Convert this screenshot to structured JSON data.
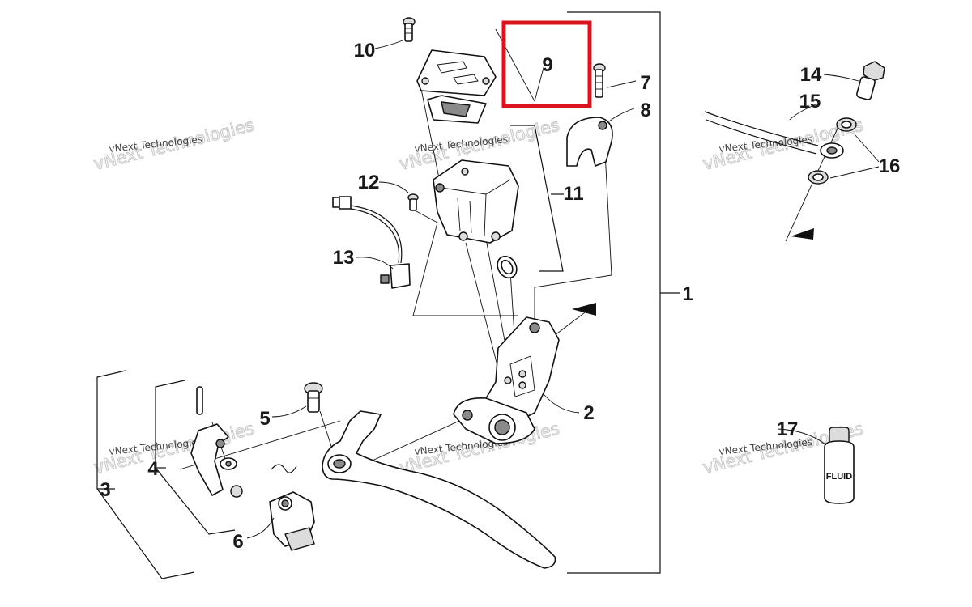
{
  "callouts": {
    "c1": "1",
    "c2": "2",
    "c3": "3",
    "c4": "4",
    "c5": "5",
    "c6": "6",
    "c7": "7",
    "c8": "8",
    "c9": "9",
    "c10": "10",
    "c11": "11",
    "c12": "12",
    "c13": "13",
    "c14": "14",
    "c15": "15",
    "c16": "16",
    "c17": "17"
  },
  "highlight": {
    "callout": "9",
    "color": "#d9141e"
  },
  "fluid_bottle": {
    "label": "FLUID"
  },
  "watermark": {
    "line": "vNext Technologies"
  }
}
